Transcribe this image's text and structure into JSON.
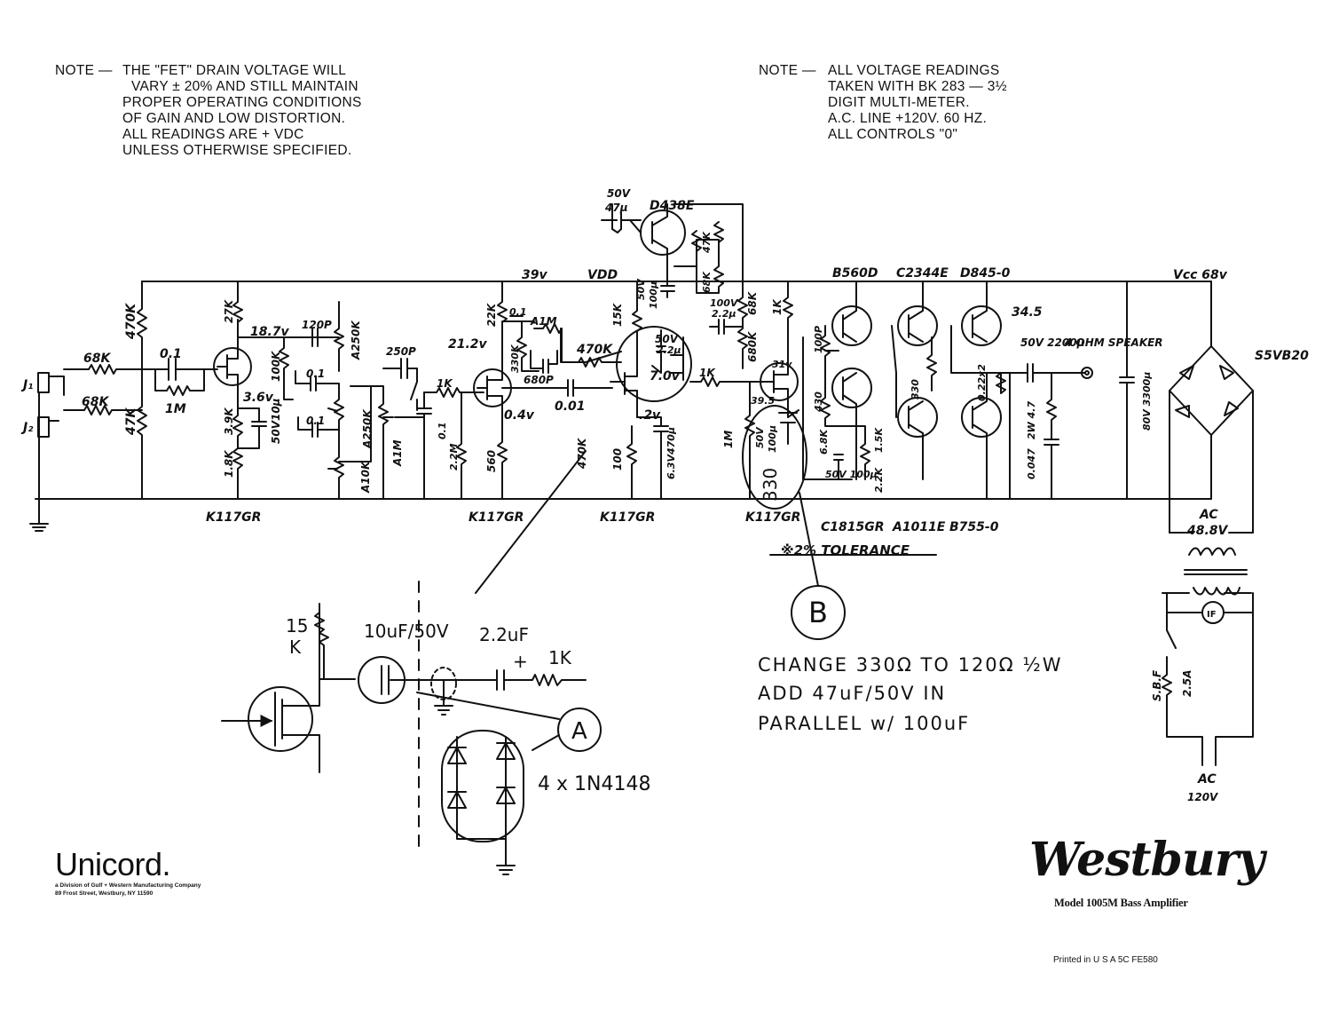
{
  "note_left": {
    "heading": "NOTE —",
    "lines": [
      "THE \"FET\" DRAIN VOLTAGE WILL",
      "VARY ± 20% AND STILL MAINTAIN",
      "PROPER OPERATING CONDITIONS",
      "OF GAIN AND LOW DISTORTION.",
      "ALL READINGS ARE + VDC",
      "UNLESS OTHERWISE SPECIFIED."
    ]
  },
  "note_right": {
    "heading": "NOTE —",
    "lines": [
      "ALL VOLTAGE READINGS",
      "TAKEN WITH BK 283 — 3½",
      "DIGIT MULTI-METER.",
      "A.C. LINE +120V. 60 HZ.",
      "ALL CONTROLS \"0\""
    ]
  },
  "schematic_labels": {
    "j1": "J₁",
    "j2": "J₂",
    "r68k_a": "68K",
    "r68k_b": "68K",
    "r470k": "470K",
    "r47k": "47K",
    "c01_a": "0.1",
    "r1m_a": "1M",
    "r27k": "27K",
    "v18_7": "18.7v",
    "r3_9k": "3.9K",
    "r1_8k": "1.8K",
    "v3_6": "3.6v",
    "c50v10u": "50V10μ",
    "r100k": "100K",
    "c120p": "120P",
    "c01_b": "0.1",
    "c01_c": "0.1",
    "a250k_a": "A250K",
    "a250k_b": "A250K",
    "a10k": "A10K",
    "c250p": "250P",
    "a1m": "A1M",
    "r1k_a": "1K",
    "c01_d": "0.1",
    "r2_2m": "2.2M",
    "v21_2": "21.2v",
    "r22k": "22K",
    "c01_e": "0.1",
    "r330k": "330K",
    "a1m_b": "A1M",
    "c680p": "680P",
    "v0_4": "0.4v",
    "r560": "560",
    "v39": "39v",
    "vdd": "VDD",
    "c50v47u": "50V",
    "c47u": "47μ",
    "d438e": "D438E",
    "c50v100u_a": "50V",
    "c100u_a": "100μ",
    "r15k": "15K",
    "r470k_b": "470K",
    "c50v2_2u": "50V",
    "c2_2u": "2.2μ",
    "v7_0": "7.0v",
    "c001": "0.01",
    "r470k_c": "470K",
    "r100": "100",
    "v0_2": ".2v",
    "c63v470u": "6.3V470μ",
    "r68k_c": "68K",
    "r47k_b": "47K",
    "c100v": "100V",
    "c2_2u_b": "2.2μ",
    "r68k_d": "68K",
    "r680k": "680K",
    "r1k_b": "1K",
    "r1m_b": "1M",
    "v31": "31v",
    "r1k_c": "1K",
    "v39_5": "39.5",
    "c50v_b": "50V",
    "c100u_b": "100μ",
    "r330": "330",
    "b560d": "B560D",
    "c2344e": "C2344E",
    "d845": "D845-0",
    "c100p": "100P",
    "r430": "430",
    "r6_8k": "6.8K",
    "r1_5k": "1.5K",
    "r2_2k": "2.2K",
    "c50v100u_c": "50V 100μ",
    "r330_b": "330",
    "r022": "0.22x2",
    "v34_5": "34.5",
    "c50v2200u": "50V 2200μ",
    "speaker": "4 OHM SPEAKER",
    "r2w": "2W 4.7",
    "c0047": "0.047",
    "c80v3300u": "80V 3300μ",
    "vcc": "Vcc 68v",
    "s5vb20": "S5VB20",
    "k117gr_1": "K117GR",
    "k117gr_2": "K117GR",
    "k117gr_3": "K117GR",
    "k117gr_4": "K117GR",
    "c1815gr": "C1815GR",
    "a1011e": "A1011E",
    "b755": "B755-0",
    "tolerance": "※2% TOLERANCE",
    "ac_48": "AC",
    "ac_48v": "48.8V",
    "fuse_lamp": "IF",
    "sbf": "S.B.F",
    "fuse_25": "2.5A",
    "ac_in": "AC",
    "ac_120": "120V"
  },
  "modification": {
    "r15k": "15",
    "r15k_b": "K",
    "c10u": "10uF/50V",
    "c22u": "2.2uF",
    "c22u_plus": "+",
    "r1k": "1K",
    "marker_a": "A",
    "diodes": "4 x 1N4148",
    "marker_b": "B",
    "change_lines": [
      "CHANGE 330Ω TO 120Ω ½W",
      "ADD 47uF/50V IN",
      "PARALLEL w/ 100uF"
    ]
  },
  "brand": {
    "name": "Unicord.",
    "sub1": "a Division of Gulf + Western Manufacturing Company",
    "sub2": "89 Frost Street, Westbury, NY 11590"
  },
  "logo": {
    "signature": "Westbury",
    "model": "Model 1005M Bass Amplifier"
  },
  "printed": "Printed in U S A  5C FE580"
}
